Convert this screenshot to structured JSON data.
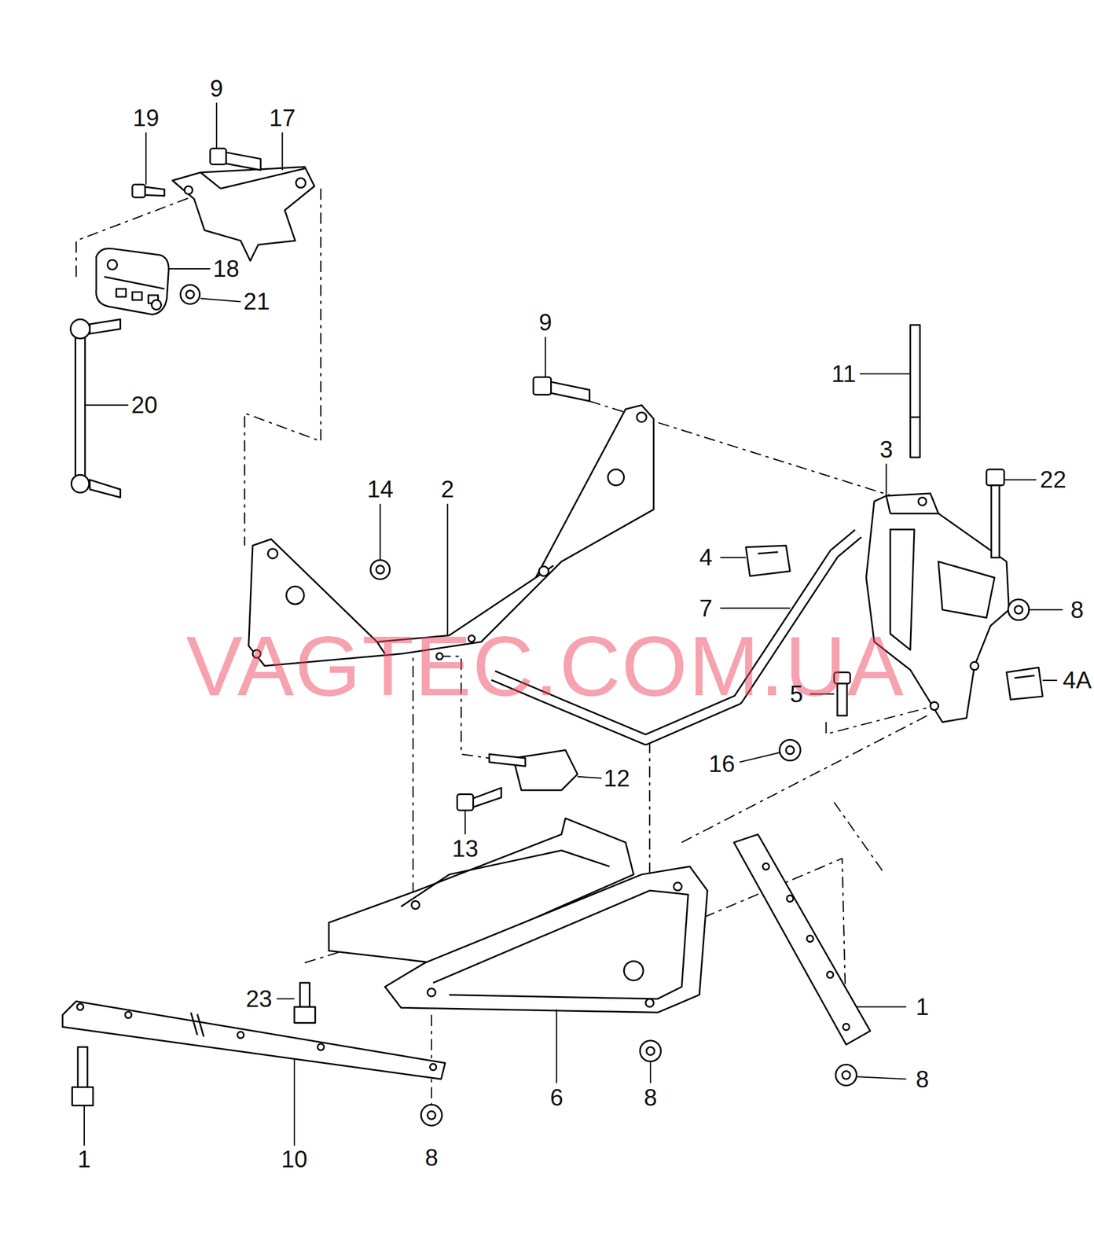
{
  "diagram": {
    "labels": [
      "9",
      "19",
      "17",
      "18",
      "21",
      "20",
      "9",
      "11",
      "3",
      "22",
      "14",
      "2",
      "4",
      "8",
      "7",
      "VAGTEC.COM.UA",
      "5",
      "4A",
      "16",
      "12",
      "13",
      "23",
      "1",
      "6",
      "8",
      "8",
      "1",
      "10",
      "8"
    ]
  }
}
